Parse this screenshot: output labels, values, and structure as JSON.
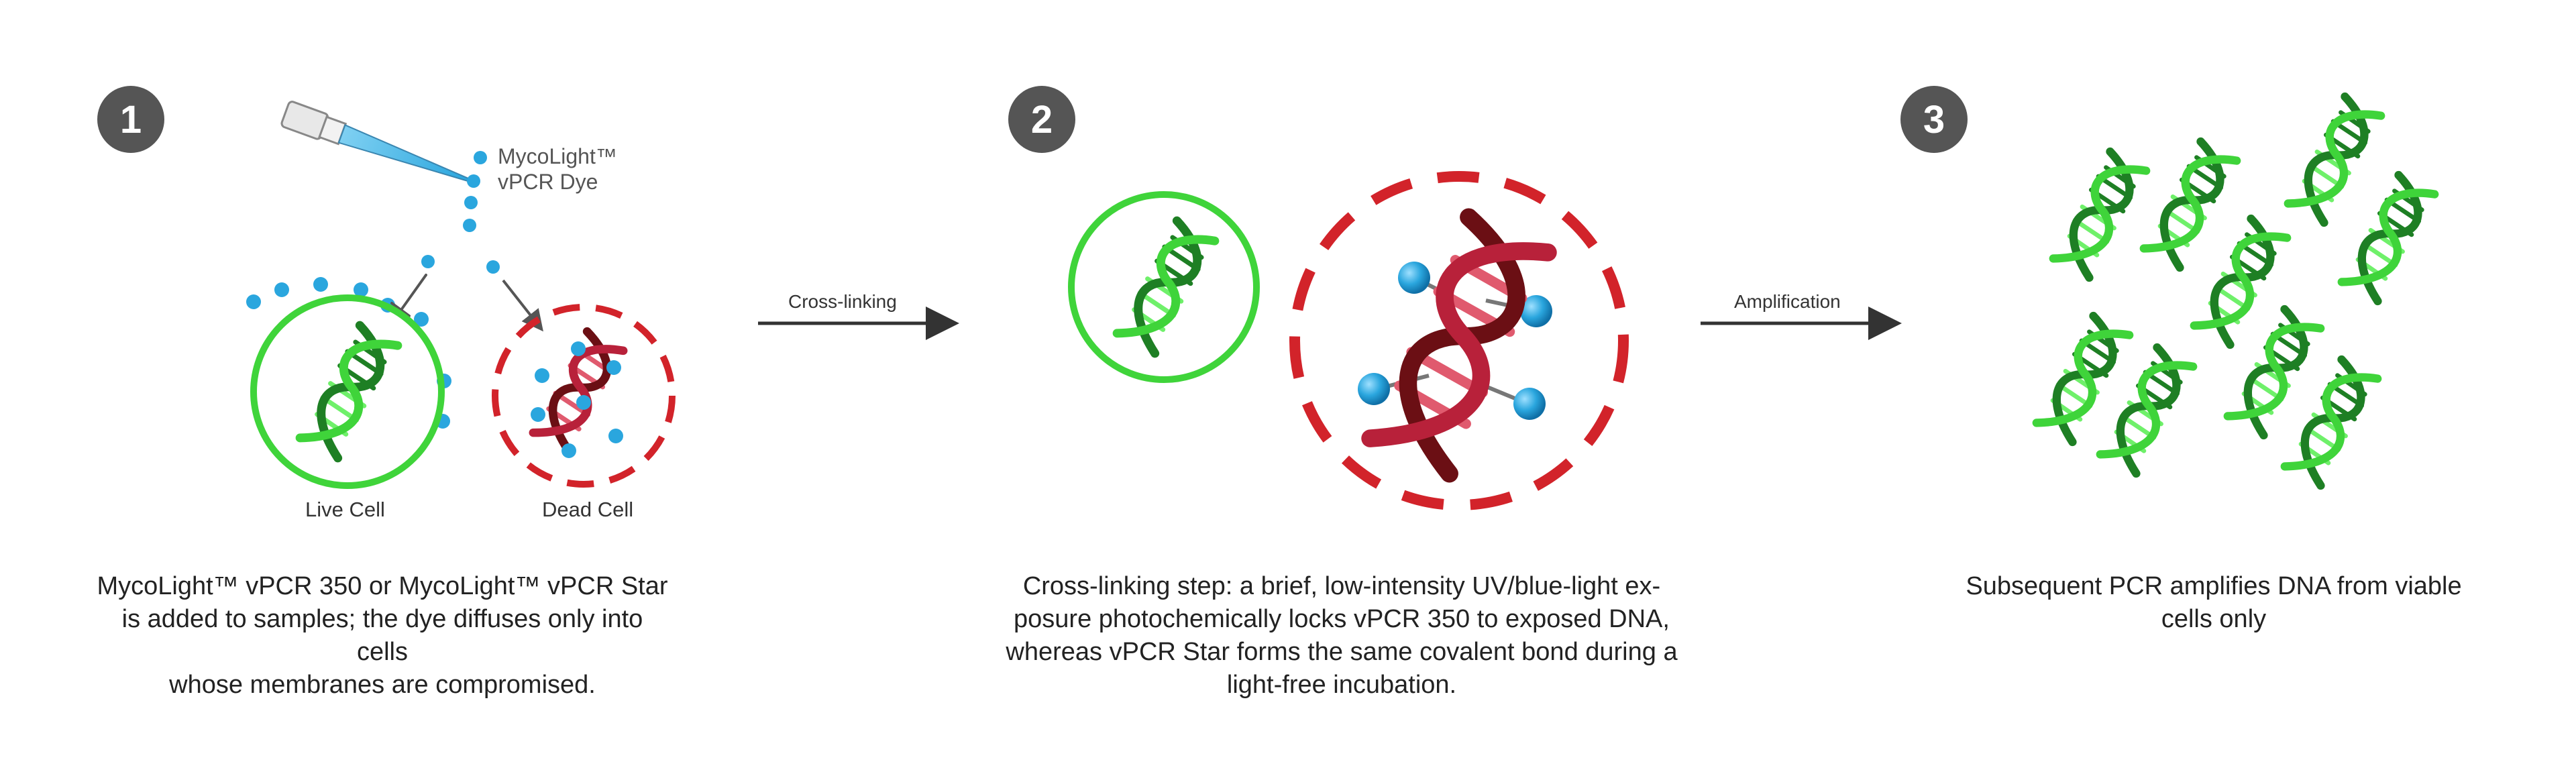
{
  "steps": [
    {
      "number": "1",
      "caption_lines": [
        "MycoLight™ vPCR 350 or MycoLight™ vPCR Star",
        "is added to samples; the dye diffuses only into cells",
        "whose membranes are compromised."
      ],
      "dye_label": [
        "MycoLight™",
        "vPCR Dye"
      ],
      "live_cell_label": "Live Cell",
      "dead_cell_label": "Dead Cell"
    },
    {
      "number": "2",
      "caption_lines": [
        "Cross-linking step: a brief, low-intensity UV/blue-light ex-",
        "posure photochemically locks vPCR 350 to exposed DNA,",
        "whereas vPCR Star forms the same covalent bond during a",
        "light-free incubation."
      ]
    },
    {
      "number": "3",
      "caption_lines": [
        "Subsequent PCR amplifies DNA from viable",
        "cells only"
      ]
    }
  ],
  "arrows": [
    {
      "label": "Cross-linking"
    },
    {
      "label": "Amplification"
    }
  ],
  "colors": {
    "live_green": "#3fd43a",
    "live_dark": "#1e7f24",
    "dead_red": "#d2232a",
    "dead_dark": "#6b0f14",
    "dead_pink": "#e05a6e",
    "dye_blue": "#2aa6de",
    "badge": "#555555",
    "arrow": "#333333"
  },
  "icons": [
    "pipette-icon",
    "dna-helix-icon",
    "dye-molecule-icon"
  ]
}
